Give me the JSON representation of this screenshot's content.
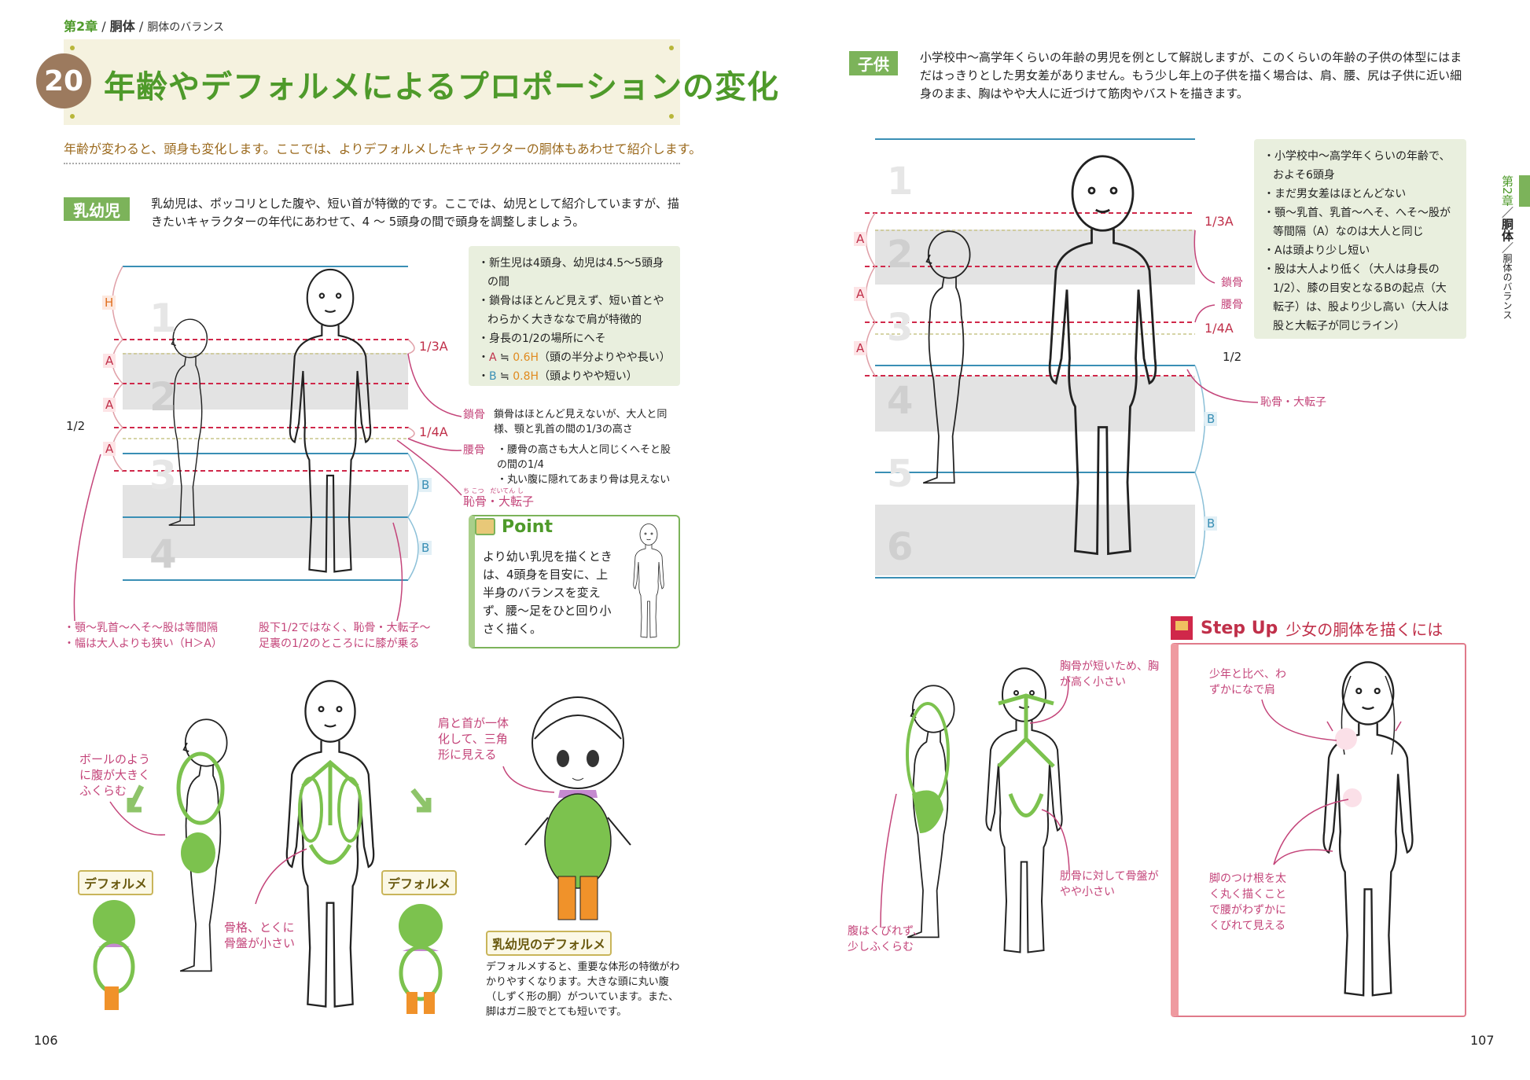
{
  "breadcrumb": {
    "chapter": "第2章",
    "sep": "/",
    "section": "胴体",
    "page": "胴体のバランス"
  },
  "title": {
    "number": "20",
    "text": "年齢やデフォルメによるプロポーションの変化"
  },
  "subtitle": "年齢が変わると、頭身も変化します。ここでは、よりデフォルメしたキャラクターの胴体もあわせて紹介します。",
  "infant": {
    "label": "乳幼児",
    "intro": "乳幼児は、ポッコリとした腹や、短い首が特徴的です。ここでは、幼児として紹介していますが、描きたいキャラクターの年代にあわせて、4 〜 5頭身の間で頭身を調整しましょう。",
    "notes": [
      "・新生児は4頭身、幼児は4.5〜5頭身の間",
      "・鎖骨はほとんど見えず、短い首とやわらかく大きななで肩が特徴的",
      "・身長の1/2の場所にへそ"
    ],
    "note_a": {
      "bullet": "・",
      "A": "A",
      "approx": " ≒ ",
      "val": "0.6H",
      "rest": "（頭の半分よりやや長い）"
    },
    "note_b": {
      "bullet": "・",
      "B": "B",
      "approx": " ≒ ",
      "val": "0.8H",
      "rest": "（頭よりやや短い）"
    },
    "diagram": {
      "heads": [
        "1",
        "2",
        "3",
        "4"
      ],
      "H": "H",
      "A": "A",
      "B": "B",
      "third": "1/3A",
      "quarter": "1/4A",
      "half": "1/2"
    },
    "clavicle": {
      "label": "鎖骨",
      "text": "鎖骨はほとんど見えないが、大人と同様、顎と乳首の間の1/3の高さ"
    },
    "hip": {
      "label": "腰骨",
      "text1": "・腰骨の高さも大人と同じくへそと股の間の1/4",
      "text2": "・丸い腹に隠れてあまり骨は見えない"
    },
    "pubis": {
      "label": "恥骨・大転子",
      "ruby": "ち こつ　だいてん し"
    },
    "bottom_left": [
      "・顎〜乳首〜へそ〜股は等間隔",
      "・幅は大人よりも狭い（H＞A）"
    ],
    "bottom_right": [
      "股下1/2ではなく、恥骨・大転子〜",
      "足裏の1/2のところにに膝が乗る"
    ],
    "point": {
      "title": "Point",
      "text": "より幼い乳児を描くときは、4頭身を目安に、上半身のバランスを変えず、腰〜足をひと回り小さく描く。"
    },
    "belly_note": "ボールのように腹が大きくふくらむ",
    "pelvis_note": "骨格、とくに骨盤が小さい",
    "shoulder_note": "肩と首が一体化して、三角形に見える",
    "deform": "デフォルメ",
    "deform_title": "乳幼児のデフォルメ",
    "deform_text": "デフォルメすると、重要な体形の特徴がわかりやすくなります。大きな頭に丸い腹（しずく形の胴）がついています。また、脚はガニ股でとても短いです。"
  },
  "child": {
    "label": "子供",
    "intro": "小学校中〜高学年くらいの年齢の男児を例として解説しますが、このくらいの年齢の子供の体型にはまだはっきりとした男女差がありません。もう少し年上の子供を描く場合は、肩、腰、尻は子供に近い細身のまま、胸はやや大人に近づけて筋肉やバストを描きます。",
    "notes": [
      "・小学校中〜高学年くらいの年齢で、およそ6頭身",
      "・まだ男女差はほとんどない",
      "・顎〜乳首、乳首〜へそ、へそ〜股が等間隔（A）なのは大人と同じ",
      "・Aは頭より少し短い",
      "・股は大人より低く（大人は身長の1/2）、膝の目安となるBの起点（大転子）は、股より少し高い（大人は股と大転子が同じライン）"
    ],
    "diagram": {
      "heads": [
        "1",
        "2",
        "3",
        "4",
        "5",
        "6"
      ],
      "A": "A",
      "B": "B",
      "third": "1/3A",
      "quarter": "1/4A",
      "half": "1/2",
      "clavicle": "鎖骨",
      "hip": "腰骨",
      "pubis": "恥骨・大転子"
    },
    "chest_note": "胸骨が短いため、胸が高く小さい",
    "pelvis_note": "肋骨に対して骨盤がやや小さい",
    "belly_note": "腹はくびれず、少しふくらむ"
  },
  "stepup": {
    "badge": "Step Up",
    "title": "少女の胴体を描くには",
    "note1": "少年と比べ、わずかになで肩",
    "note2": "脚のつけ根を太く丸く描くことで腰がわずかにくびれて見える"
  },
  "side_tab": {
    "chapter": "第2章",
    "sep1": "／",
    "section": "胴体",
    "sep2": "／",
    "page": "胴体のバランス"
  },
  "pages": {
    "left": "106",
    "right": "107"
  },
  "colors": {
    "green": "#7cb35a",
    "title_green": "#4e9a2a",
    "pink": "#c4457a",
    "red": "#c0304a",
    "blue": "#3a8fb5",
    "orange": "#f0922a"
  }
}
